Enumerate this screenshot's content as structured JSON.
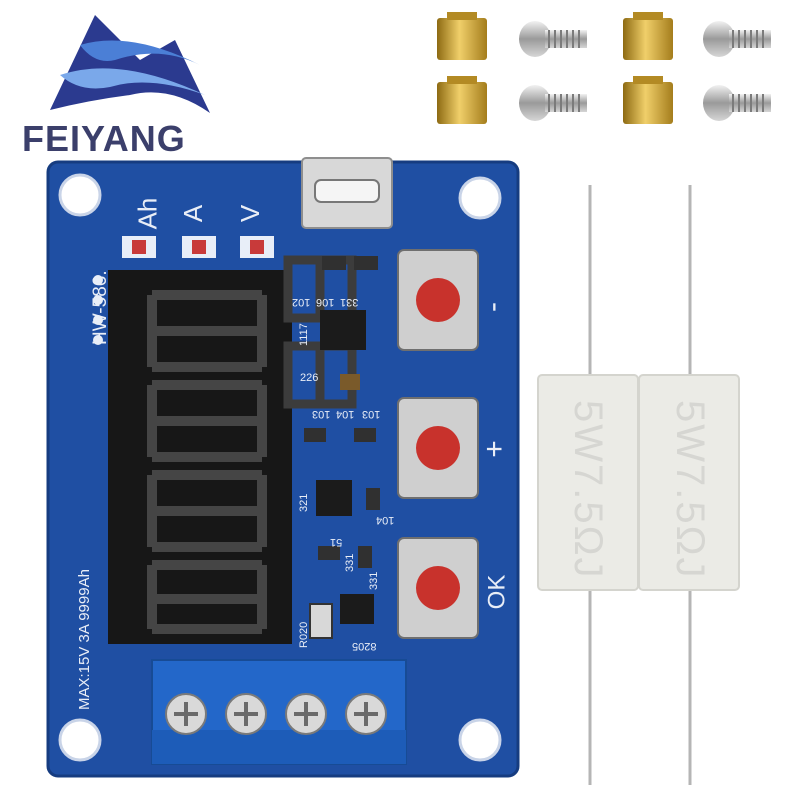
{
  "brand": {
    "name": "FEIYANG"
  },
  "board": {
    "model": "HW-586.",
    "ratings": "MAX:15V  3A  9999Ah",
    "indicators": [
      "Ah",
      "A",
      "V"
    ],
    "buttons": [
      "-",
      "+",
      "OK"
    ],
    "components": [
      "331",
      "106",
      "102",
      "1117",
      "226",
      "103",
      "104",
      "103",
      "321",
      "104",
      "331",
      "51",
      "331",
      "R020",
      "8205"
    ]
  },
  "resistors": {
    "marking": "5W7.5ΩJ"
  },
  "colors": {
    "board": "#1f4fa3",
    "display": "#1a1a1a",
    "button_cap": "#c8322c",
    "logo": "#3b3f6b",
    "brass": "#c9a234"
  }
}
